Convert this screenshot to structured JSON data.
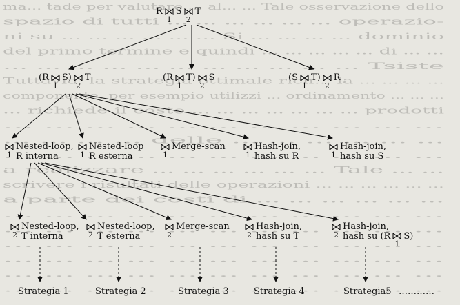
{
  "background_text": [
    "ma... tade per valutare ... al... ... Tale osservazione dello",
    "spazio di tutti ... ... ... ... ... ... operazio-",
    "ni su ... ... ... ... ... ... Si ... ... ... ... dominio",
    "del primo termine e quindi ... ... ... ... ... di ... ...",
    "... ... ... ... ... ... ... ... ... ... ... Tsiste",
    "Tuttavia, la strategia ottimale rich... la ... ... ... ...",
    "componente, per esempio utilizzi ... ordinamento ... ... ...",
    "... richiede il costo ... ... ... ... ... ... ... prodotti",
    "... ... ... ... ... ... ... ... ... ... ...",
    "... ... ... ... delle ... ... ... ... ... ...",
    "... ... ... ... ... ... ... ... ... ... ...",
    "a realizzare ... ... ... ... ... ... Tale ... ...",
    "scrivere i risultati delle operazioni ... ... ... ... ... ...",
    "a parte dei costi di ... ... ... ... ... ...",
    "... ... ... ... ... ... ... ... ... ... ...",
    "... ... ... ... ... ... ... ... ... ... ...",
    "... ... ... ... ... ... ... ... ... ... ...",
    "... ... ... ... ... ... ... ... ... ... ...",
    "... ... ... ... ... ... ... ... ... ... ...",
    "... ... ... ... ... ... ... ... ... ... ..."
  ],
  "root": {
    "r": "R",
    "s": "S",
    "t": "T",
    "j1": "1",
    "j2": "2"
  },
  "orders": [
    {
      "pre": "(R",
      "mid": "S)",
      "post": "T",
      "j1": "1",
      "j2": "2"
    },
    {
      "pre": "(R",
      "mid": "T)",
      "post": "S",
      "j1": "1",
      "j2": "2"
    },
    {
      "pre": "(S",
      "mid": "T)",
      "post": "R",
      "j1": "1",
      "j2": "2"
    }
  ],
  "methods1": [
    {
      "num": "1",
      "line1": "Nested-loop,",
      "line2": "R interna"
    },
    {
      "num": "1",
      "line1": "Nested-loop",
      "line2": "R esterna"
    },
    {
      "num": "1",
      "line1": "Merge-scan",
      "line2": ""
    },
    {
      "num": "1",
      "line1": "Hash-join,",
      "line2": "hash su R"
    },
    {
      "num": "1",
      "line1": "Hash-join,",
      "line2": "hash su S"
    }
  ],
  "methods2": [
    {
      "num": "2",
      "line1": "Nested-loop,",
      "line2": "T interna"
    },
    {
      "num": "2",
      "line1": "Nested-loop,",
      "line2": "T esterna"
    },
    {
      "num": "2",
      "line1": "Merge-scan",
      "line2": ""
    },
    {
      "num": "2",
      "line1": "Hash-join,",
      "line2": "hash su T"
    },
    {
      "num": "2",
      "line1": "Hash-join,",
      "line2": "hash su (R",
      "tail": "S)",
      "tail_num": "1"
    }
  ],
  "strategies": [
    "Strategia 1",
    "Strategia 2",
    "Strategia 3",
    "Strategia 4",
    "Strategia5"
  ],
  "ellipsis": "…………",
  "colors": {
    "background": "#e8e7e1",
    "ink": "#111111",
    "ghost_text": "#9d9c98"
  }
}
